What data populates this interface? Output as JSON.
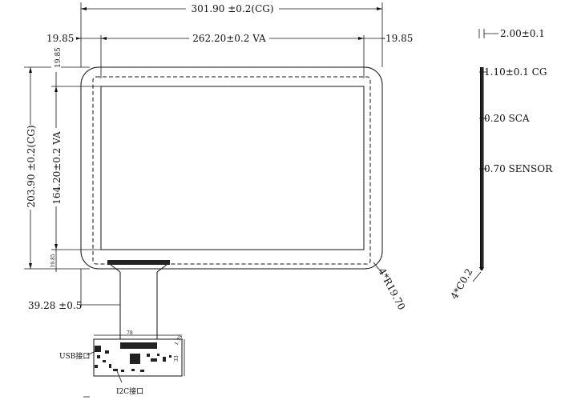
{
  "dimensions": {
    "cg_width": "301.90 ±0.2(CG)",
    "va_width": "262.20±0.2 VA",
    "margin_left": "19.85",
    "margin_right": "19.85",
    "margin_top": "19.85",
    "margin_bottom": "19.85",
    "cg_height": "203.90 ±0.2(CG)",
    "va_height": "164.20±0.2 VA",
    "fpc_length": "39.28 ±0.5",
    "corner_radius": "4*R19.70"
  },
  "stack": {
    "total": "2.00±0.1",
    "cg": "1.10±0.1 CG",
    "sca": "0.20 SCA",
    "sensor": "0.70 SENSOR",
    "chamfer": "4*C0.2"
  },
  "pcb": {
    "usb_label": "USB接口",
    "i2c_label": "I2C接口",
    "dim_top": "78",
    "dim_right": "33",
    "dim_right_small": "1.75"
  }
}
